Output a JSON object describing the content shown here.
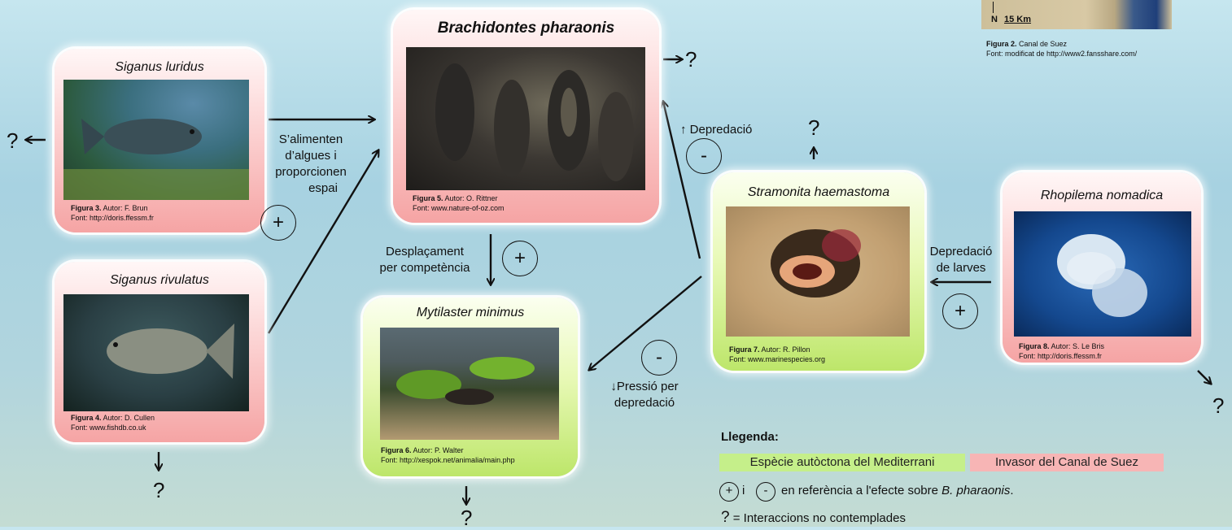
{
  "map": {
    "north": "N",
    "scale": "15 Km",
    "caption_bold": "Figura 2.",
    "caption_text": " Canal de Suez",
    "source": "Font: modificat de http://www2.fansshare.com/"
  },
  "cards": {
    "siganus_luridus": {
      "title": "Siganus luridus",
      "fig": "Figura 3.",
      "author": " Autor: F. Brun",
      "source": "Font: http://doris.ffessm.fr"
    },
    "siganus_rivulatus": {
      "title": "Siganus rivulatus",
      "fig": "Figura 4.",
      "author": " Autor: D. Cullen",
      "source": "Font: www.fishdb.co.uk"
    },
    "brachidontes": {
      "title": "Brachidontes pharaonis",
      "fig": "Figura 5.",
      "author": " Autor: O. Rittner",
      "source": "Font: www.nature-of-oz.com"
    },
    "mytilaster": {
      "title": "Mytilaster minimus",
      "fig": "Figura 6.",
      "author": " Autor: P. Walter",
      "source": "Font: http://xespok.net/animalia/main.php"
    },
    "stramonita": {
      "title": "Stramonita haemastoma",
      "fig": "Figura 7.",
      "author": " Autor: R. Pillon",
      "source": "Font: www.marinespecies.org"
    },
    "rhopilema": {
      "title": "Rhopilema nomadica",
      "fig": "Figura 8.",
      "author": " Autor: S. Le Bris",
      "source": "Font: http://doris.ffessm.fr"
    }
  },
  "labels": {
    "alimenten": [
      "S’alimenten",
      "d’algues i",
      "proporcionen",
      "espai"
    ],
    "desplacament": [
      "Desplaçament",
      "per competència"
    ],
    "depredacio": "↑ Depredació",
    "pressio": [
      "↓Pressió per",
      "depredació"
    ],
    "larves": [
      "Depredació",
      "de larves"
    ],
    "question": "?",
    "plus": "+",
    "minus": "-"
  },
  "legend": {
    "title": "Llegenda:",
    "native": "Espècie autòctona del Mediterrani",
    "invasive": "Invasor del Canal de Suez",
    "and": "i",
    "effect_text": "en referència a l'efecte sobre ",
    "effect_species": "B. pharaonis",
    "effect_end": ".",
    "question_text": "= Interaccions no contemplades"
  },
  "colors": {
    "native": "#c5ef8a",
    "invasive": "#f7b5b5",
    "arrow": "#111111"
  }
}
